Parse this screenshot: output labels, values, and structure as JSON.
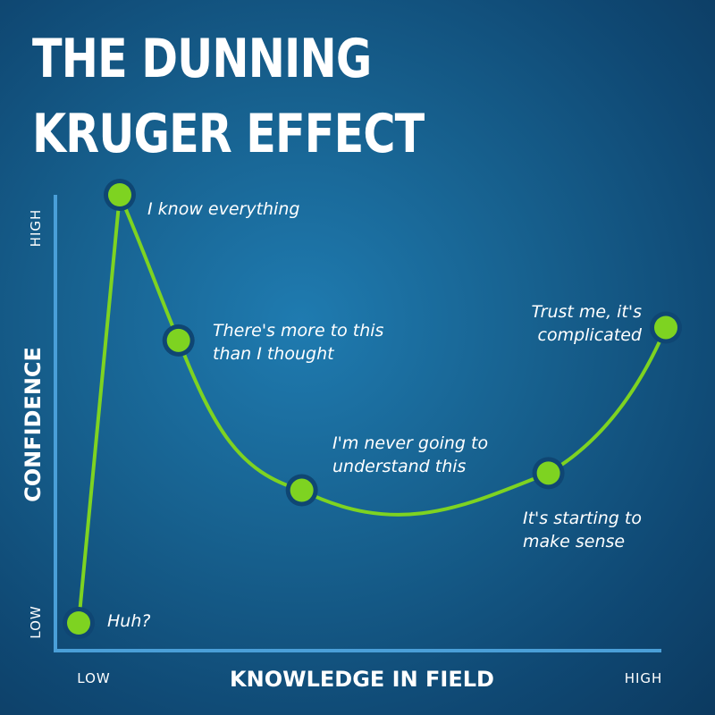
{
  "title_lines": [
    "THE DUNNING",
    "KRUGER EFFECT"
  ],
  "colors": {
    "curve": "#7ed321",
    "axis": "#4a9fd8",
    "background": "#17618f"
  },
  "chart_data": {
    "type": "line",
    "title": "THE DUNNING KRUGER EFFECT",
    "xlabel": "KNOWLEDGE IN FIELD",
    "ylabel": "CONFIDENCE",
    "x_ticks": [
      "LOW",
      "HIGH"
    ],
    "y_ticks": [
      "LOW",
      "HIGH"
    ],
    "xlim": [
      0,
      1
    ],
    "ylim": [
      0,
      1
    ],
    "grid": false,
    "points": [
      {
        "x": 0.0,
        "y": 0.0,
        "label": "Huh?"
      },
      {
        "x": 0.07,
        "y": 1.0,
        "label": "I know everything"
      },
      {
        "x": 0.17,
        "y": 0.66,
        "label": "There's more to this than I thought"
      },
      {
        "x": 0.38,
        "y": 0.31,
        "label": "I'm never going to understand this"
      },
      {
        "x": 0.8,
        "y": 0.35,
        "label": "It's starting to make sense"
      },
      {
        "x": 1.0,
        "y": 0.69,
        "label": "Trust me, it's complicated"
      }
    ]
  }
}
